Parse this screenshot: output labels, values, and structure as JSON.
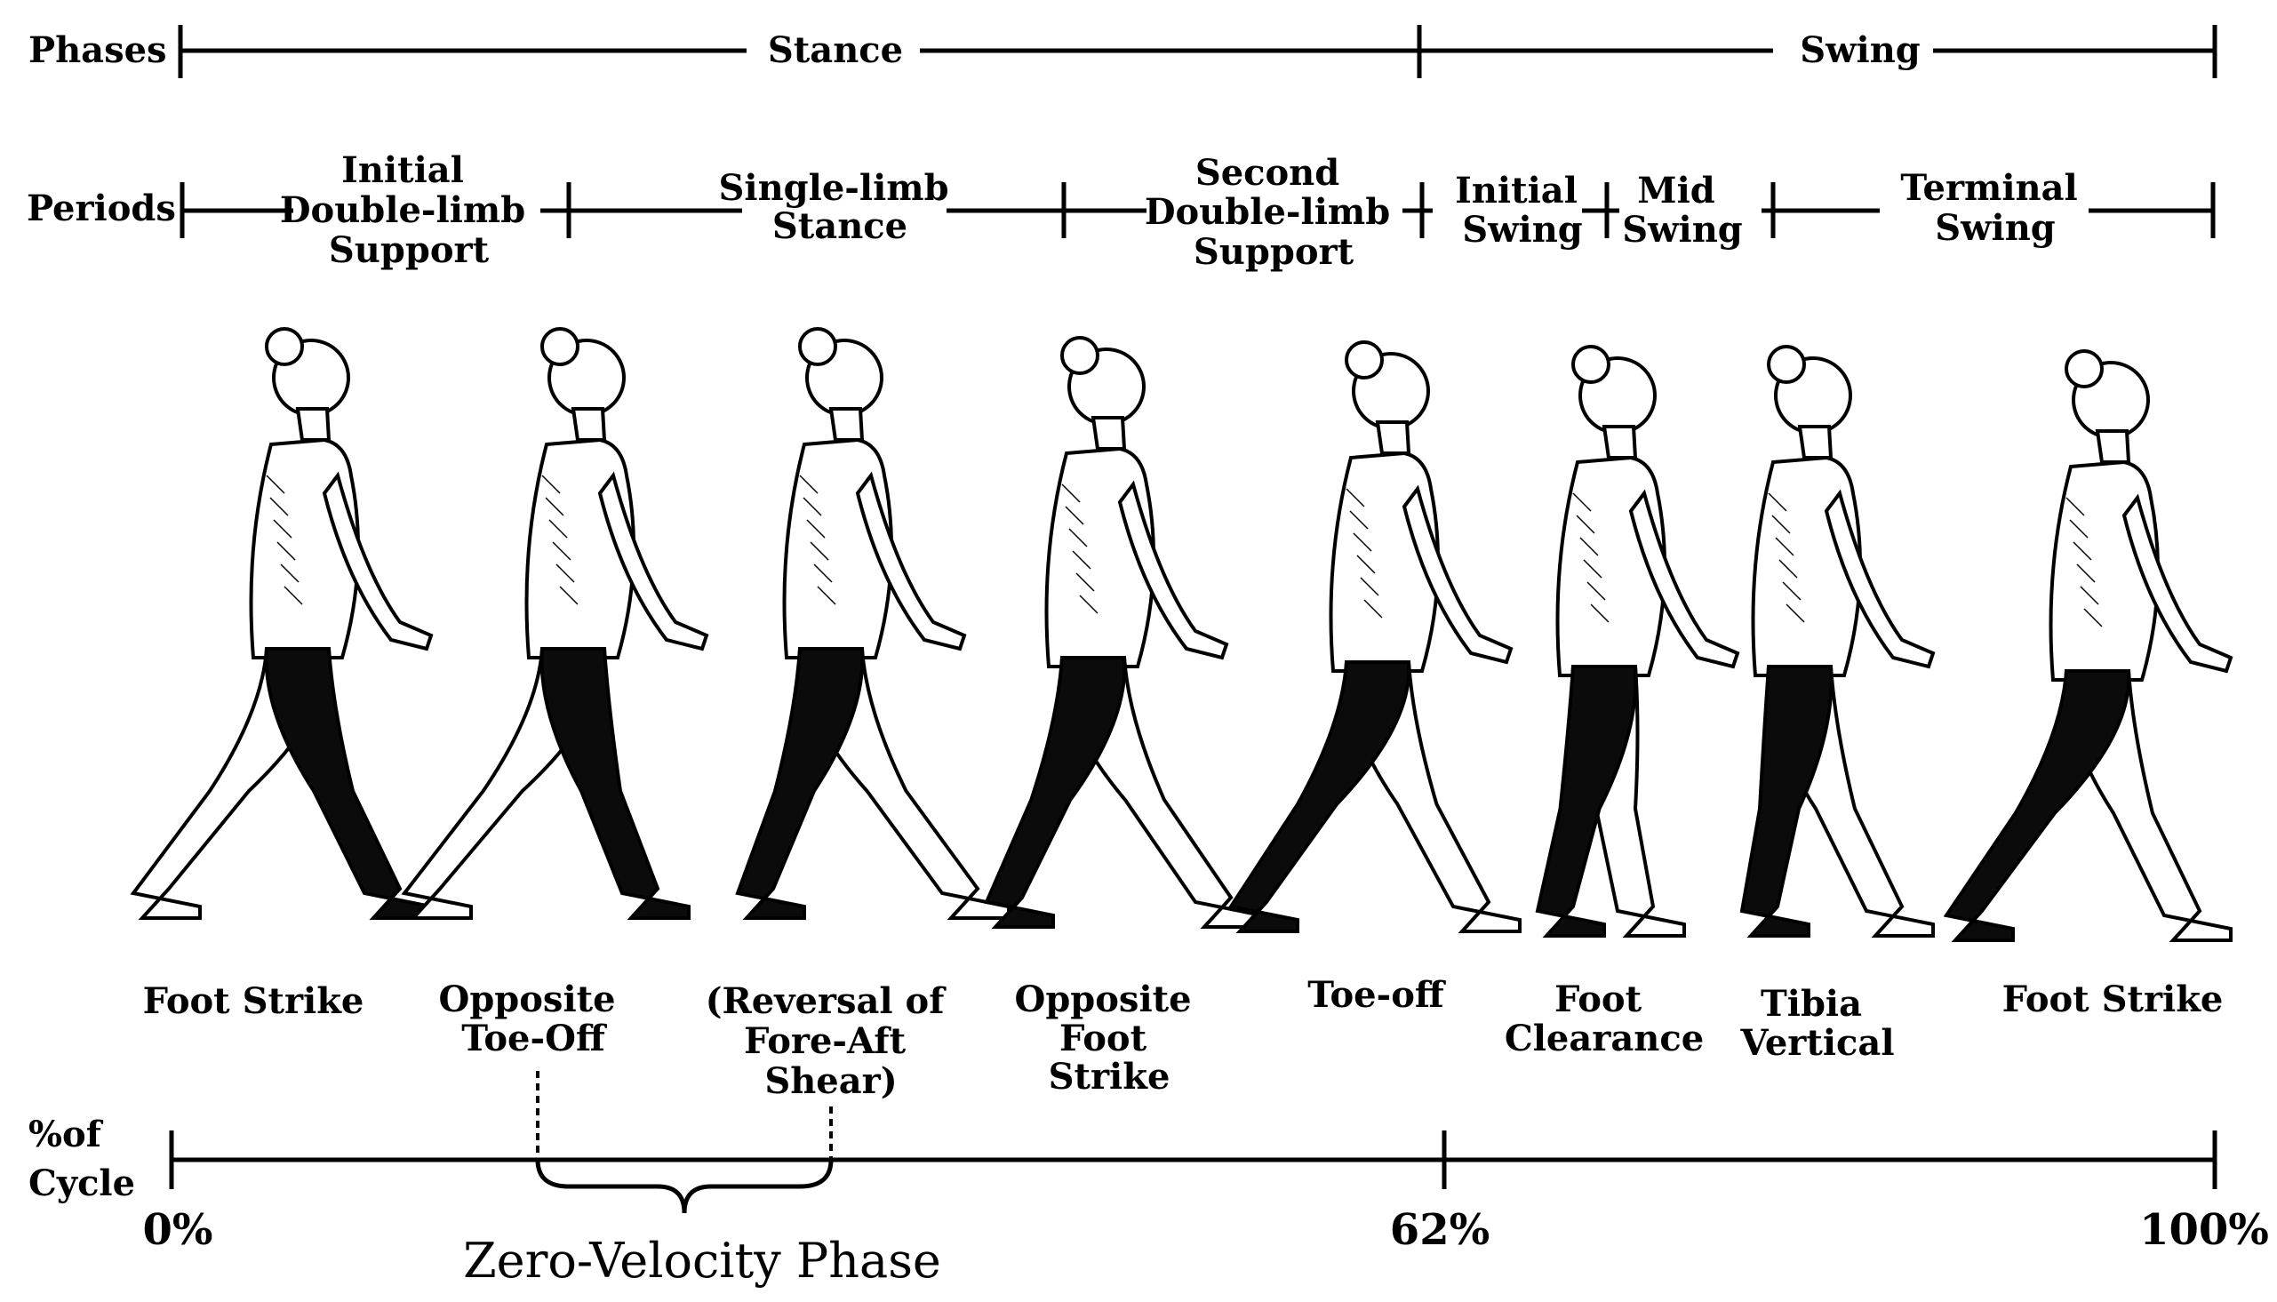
{
  "phases": {
    "row_label": "Phases",
    "stance": "Stance",
    "swing": "Swing"
  },
  "periods": {
    "row_label": "Periods",
    "initial_double_limb": [
      "Initial",
      "Double-limb",
      "Support"
    ],
    "single_limb": [
      "Single-limb",
      "Stance"
    ],
    "second_double_limb": [
      "Second",
      "Double-limb",
      "Support"
    ],
    "initial_swing": [
      "Initial",
      "Swing"
    ],
    "mid_swing": [
      "Mid",
      "Swing"
    ],
    "terminal_swing": [
      "Terminal",
      "Swing"
    ]
  },
  "events": [
    {
      "lines": [
        "Foot Strike"
      ]
    },
    {
      "lines": [
        "Opposite",
        "Toe-Off"
      ]
    },
    {
      "lines": [
        "(Reversal of",
        "Fore-Aft",
        "Shear)"
      ]
    },
    {
      "lines": [
        "Opposite",
        "Foot",
        "Strike"
      ]
    },
    {
      "lines": [
        "Toe-off"
      ]
    },
    {
      "lines": [
        "Foot",
        "Clearance"
      ]
    },
    {
      "lines": [
        "Tibia",
        "Vertical"
      ]
    },
    {
      "lines": [
        "Foot Strike"
      ]
    }
  ],
  "cycle_axis": {
    "label_line1": "%of",
    "label_line2": "Cycle",
    "tick_0": "0%",
    "tick_62": "62%",
    "tick_100": "100%"
  },
  "zero_velocity": "Zero-Velocity Phase",
  "figure_count": 8,
  "colors": {
    "ink": "#000000",
    "background": "#ffffff",
    "shaded_leg": "#0b0b0b"
  }
}
